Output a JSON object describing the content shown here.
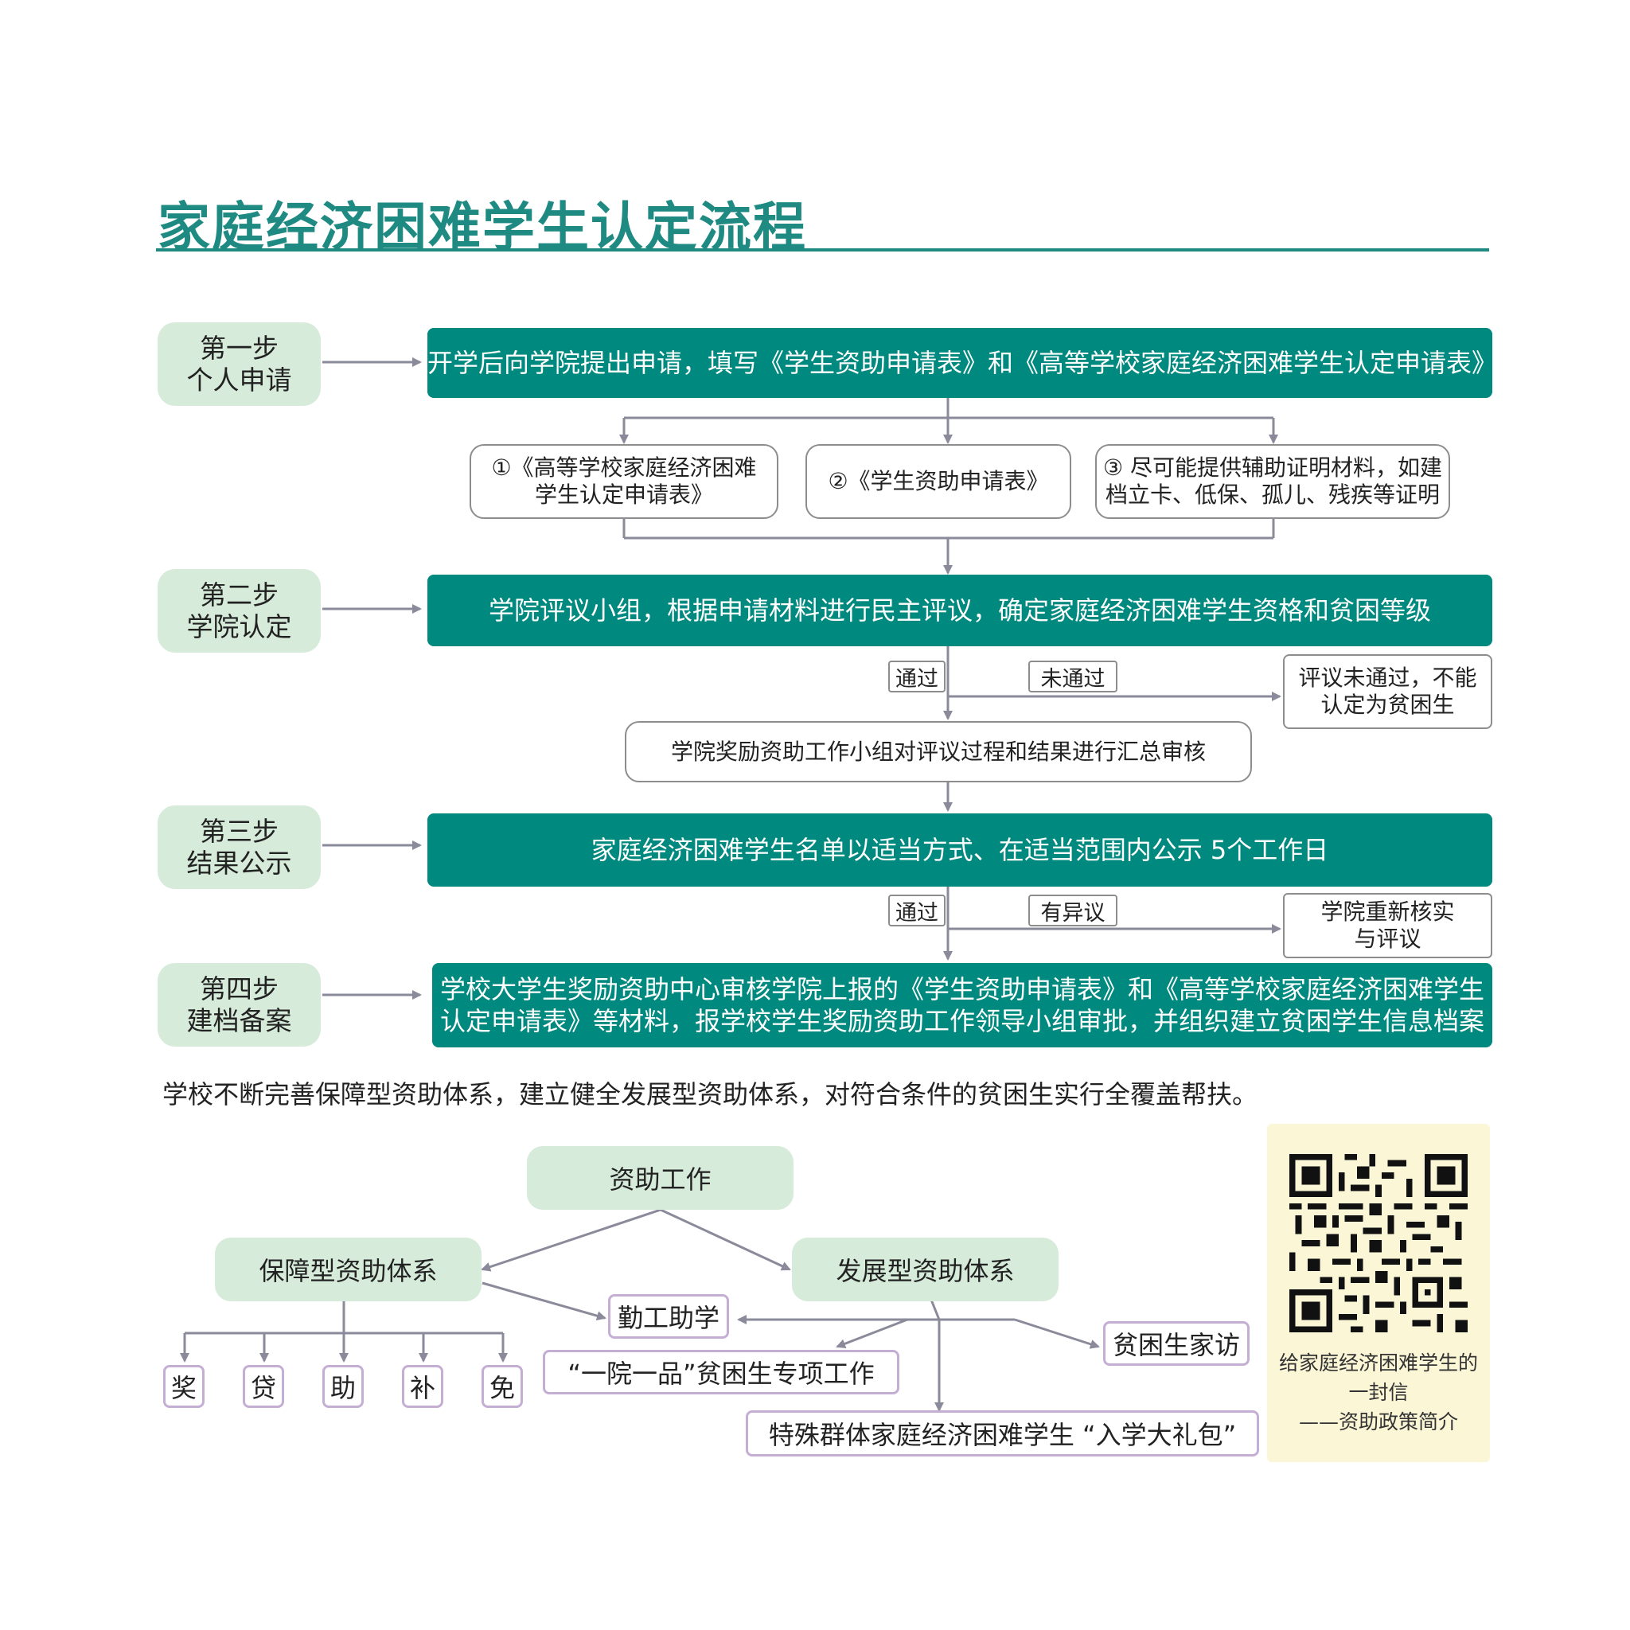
{
  "title": "家庭经济困难学生认定流程",
  "steps": [
    {
      "line1": "第一步",
      "line2": "个人申请"
    },
    {
      "line1": "第二步",
      "line2": "学院认定"
    },
    {
      "line1": "第三步",
      "line2": "结果公示"
    },
    {
      "line1": "第四步",
      "line2": "建档备案"
    }
  ],
  "step1": {
    "main": "开学后向学院提出申请，填写《学生资助申请表》和《高等学校家庭经济困难学生认定申请表》",
    "materials": [
      {
        "line1": "①《高等学校家庭经济困难",
        "line2": "学生认定申请表》"
      },
      {
        "line1": "②《学生资助申请表》"
      },
      {
        "line1": "③ 尽可能提供辅助证明材料，如建",
        "line2": "档立卡、低保、孤儿、残疾等证明"
      }
    ]
  },
  "step2": {
    "main": "学院评议小组，根据申请材料进行民主评议，确定家庭经济困难学生资格和贫困等级",
    "pass_label": "通过",
    "fail_label": "未通过",
    "fail_line1": "评议未通过，不能",
    "fail_line2": "认定为贫困生",
    "review": "学院奖励资助工作小组对评议过程和结果进行汇总审核"
  },
  "step3": {
    "main": "家庭经济困难学生名单以适当方式、在适当范围内公示 5个工作日",
    "pass_label": "通过",
    "objection_label": "有异议",
    "objection_line1": "学院重新核实",
    "objection_line2": "与评议"
  },
  "step4": {
    "line1": "学校大学生奖励资助中心审核学院上报的《学生资助申请表》和《高等学校家庭经济困难学生",
    "line2": "认定申请表》等材料，报学校学生奖励资助工作领导小组审批，并组织建立贫困学生信息档案"
  },
  "note": "学校不断完善保障型资助体系，建立健全发展型资助体系，对符合条件的贫困生实行全覆盖帮扶。",
  "system": {
    "root": "资助工作",
    "guarantee": "保障型资助体系",
    "development": "发展型资助体系",
    "guarantee_items": [
      "奖",
      "贷",
      "助",
      "补",
      "免"
    ],
    "work_study": "勤工助学",
    "one_college": "“一院一品”贫困生专项工作",
    "special_group": "特殊群体家庭经济困难学生 “入学大礼包”",
    "home_visit": "贫困生家访"
  },
  "qr": {
    "caption_line1": "给家庭经济困难学生的",
    "caption_line2": "一封信",
    "caption_line3": "——资助政策简介"
  },
  "colors": {
    "teal": "#00897f",
    "title": "#1e8a82",
    "step_bg": "#d6ebd9",
    "purple_border": "#c5aed3",
    "qr_panel": "#fbf6d6",
    "arrow": "#8a8a9a"
  }
}
